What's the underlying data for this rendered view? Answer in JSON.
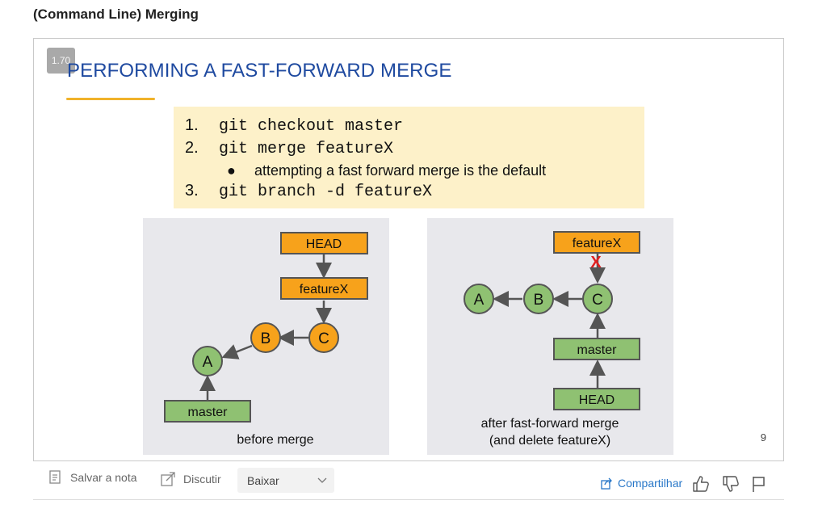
{
  "page": {
    "title": "(Command Line) Merging"
  },
  "slide": {
    "speed": "1.70",
    "heading": "PERFORMING A FAST-FORWARD MERGE",
    "steps": [
      {
        "num": "1.",
        "code": "git checkout master"
      },
      {
        "num": "2.",
        "code": "git merge featureX"
      },
      {
        "num": "3.",
        "code": "git branch -d featureX"
      }
    ],
    "bullet": "attempting a fast forward merge is the default",
    "bullet_symbol": "●",
    "number": "9",
    "before": {
      "head": "HEAD",
      "feature": "featureX",
      "commit_a": "A",
      "commit_b": "B",
      "commit_c": "C",
      "master": "master",
      "caption": "before merge"
    },
    "after": {
      "feature": "featureX",
      "delete_mark": "X",
      "commit_a": "A",
      "commit_b": "B",
      "commit_c": "C",
      "master": "master",
      "head": "HEAD",
      "caption_line1": "after fast-forward merge",
      "caption_line2": "(and delete featureX)"
    },
    "colors": {
      "heading": "#1f4aa0",
      "underline": "#f0b22a",
      "steps_bg": "#fdf1c9",
      "orange": "#f7a21b",
      "green": "#8fc172",
      "diagram_bg": "#e8e8ec",
      "delete": "#e02020"
    }
  },
  "toolbar": {
    "save_label": "Salvar a nota",
    "discuss_label": "Discutir",
    "download_value": "Baixar",
    "share_label": "Compartilhar"
  }
}
